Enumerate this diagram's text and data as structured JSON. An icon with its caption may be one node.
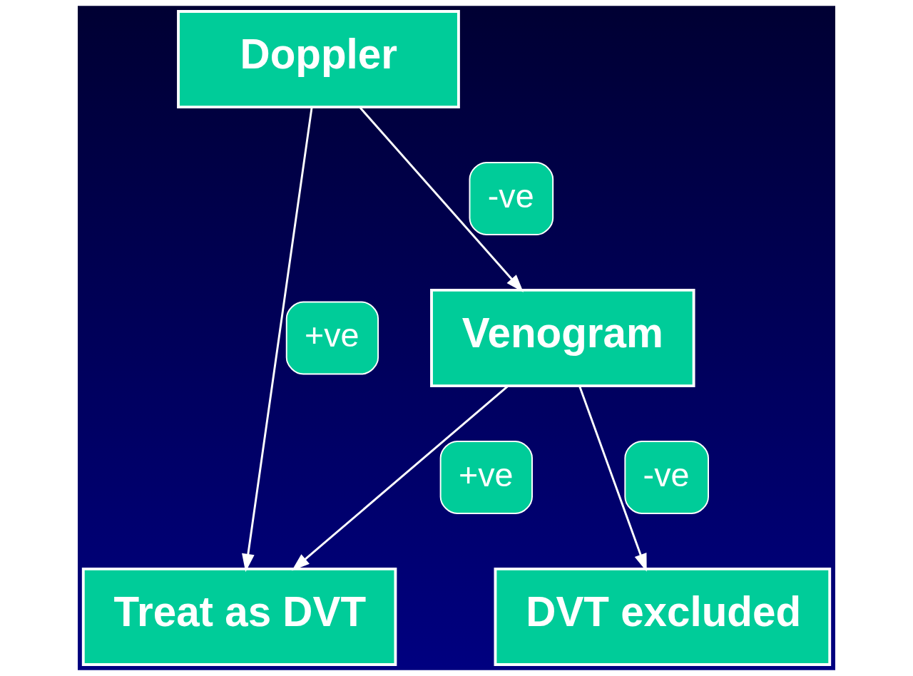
{
  "diagram": {
    "nodes": [
      {
        "text": [
          "Doppler"
        ]
      },
      {
        "text": [
          "Treat as DVT"
        ]
      },
      {
        "text": [
          "Venogram"
        ]
      },
      {
        "text": [
          "DVT excluded"
        ]
      }
    ],
    "edges": [
      {
        "from": 0,
        "to": 1,
        "arrow": "to",
        "label": "+ve"
      },
      {
        "from": 0,
        "to": 2,
        "arrow": "to",
        "label": "-ve"
      },
      {
        "from": 2,
        "to": 1,
        "arrow": "to",
        "label": "+ve"
      },
      {
        "from": 2,
        "to": 3,
        "arrow": "to",
        "label": "-ve"
      }
    ]
  }
}
